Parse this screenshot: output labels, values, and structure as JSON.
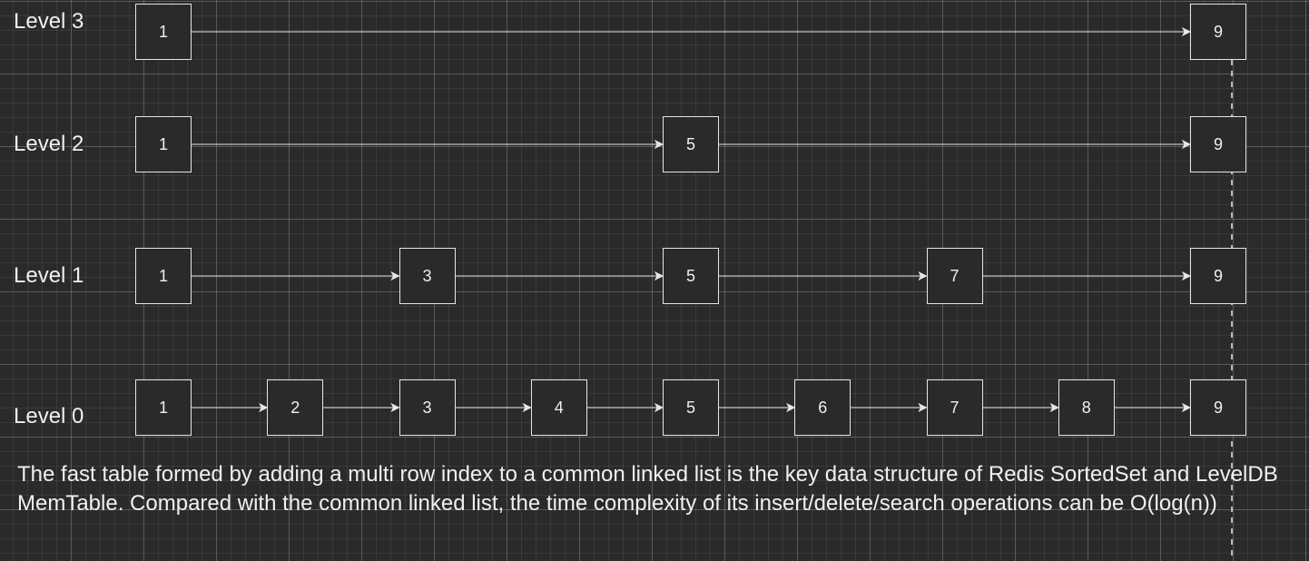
{
  "levels": [
    {
      "label": "Level 3",
      "nodes": [
        "1",
        "9"
      ]
    },
    {
      "label": "Level 2",
      "nodes": [
        "1",
        "5",
        "9"
      ]
    },
    {
      "label": "Level 1",
      "nodes": [
        "1",
        "3",
        "5",
        "7",
        "9"
      ]
    },
    {
      "label": "Level 0",
      "nodes": [
        "1",
        "2",
        "3",
        "4",
        "5",
        "6",
        "7",
        "8",
        "9"
      ]
    }
  ],
  "caption": "The fast table formed by adding a multi row index to  a common linked list is the key data structure of Redis SortedSet and LevelDB MemTable. Compared with the common linked list, the time complexity of its insert/delete/search operations can be O(log(n))",
  "colors": {
    "background": "#2a2a2a",
    "stroke": "#e6e6e6",
    "text": "#f0f0f0"
  }
}
